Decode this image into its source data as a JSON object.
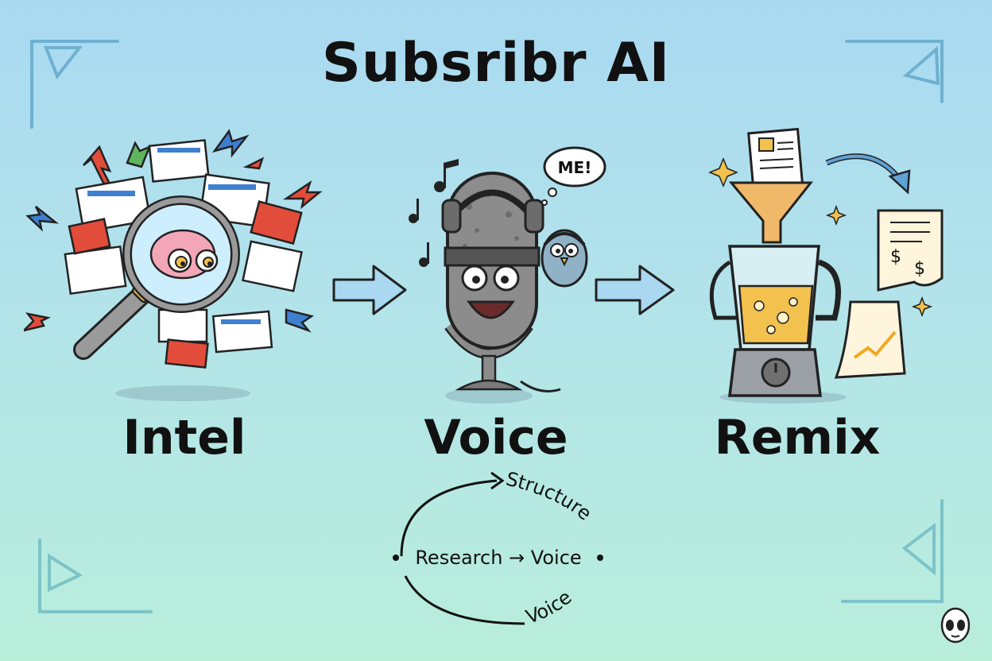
{
  "title": "Subsribr AI",
  "steps": [
    {
      "label": "Intel",
      "icon": "magnifier-brain-icon"
    },
    {
      "label": "Voice",
      "icon": "microphone-mascot-icon",
      "speech": "ME!"
    },
    {
      "label": "Remix",
      "icon": "blender-funnel-icon"
    }
  ],
  "cycle": {
    "center": "Research → Voice",
    "top_arc": "Structure",
    "bottom_arc": "Voice"
  },
  "colors": {
    "accent_red": "#e24c3b",
    "accent_blue": "#3f7fd0",
    "arrow_fill": "#a9d8f0",
    "juice": "#f2c14e"
  }
}
